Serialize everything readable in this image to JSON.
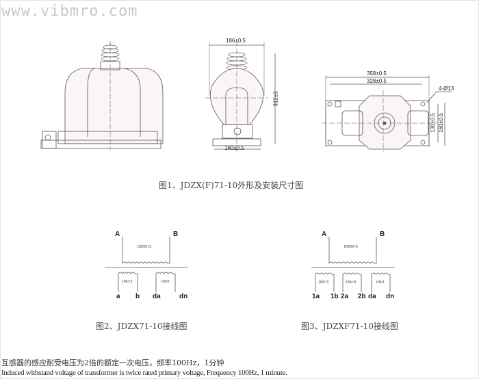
{
  "watermark": "www.vibmro.com",
  "figure1": {
    "caption": "图1、JDZX(F)71-10外形及安装尺寸图",
    "front_dims": {
      "top_width": "186±0.5",
      "height": "312±3",
      "base_width": "160±0.5"
    },
    "top_dims": {
      "overall_length": "358±0.5",
      "hole_spacing": "328±0.5",
      "holes": "4-Ø13",
      "hole_width": "130±0.5",
      "overall_width": "160±0.5"
    }
  },
  "figure2": {
    "caption": "图2、JDZX71-10接线图",
    "primary": {
      "A": "A",
      "B": "B",
      "ratio": "10000/√3"
    },
    "secondaries": [
      {
        "ratio": "100/√3",
        "t1": "a",
        "t2": "b"
      },
      {
        "ratio": "100/3",
        "t1": "da",
        "t2": "dn"
      }
    ]
  },
  "figure3": {
    "caption": "图3、JDZXF71-10接线图",
    "primary": {
      "A": "A",
      "B": "B",
      "ratio": "10000/√3"
    },
    "secondaries": [
      {
        "ratio": "100/√3",
        "t1": "1a",
        "t2": "1b"
      },
      {
        "ratio": "100/√3",
        "t1": "2a",
        "t2": "2b"
      },
      {
        "ratio": "100/3",
        "t1": "da",
        "t2": "dn"
      }
    ]
  },
  "notes": {
    "cn": "互感器的感应耐受电压为2倍的额定一次电压，频率100Hz，1分钟",
    "en": "Induced withstand voltage of transformer is twice rated primary voltage, Frequency 100Hz, 1 minute."
  }
}
